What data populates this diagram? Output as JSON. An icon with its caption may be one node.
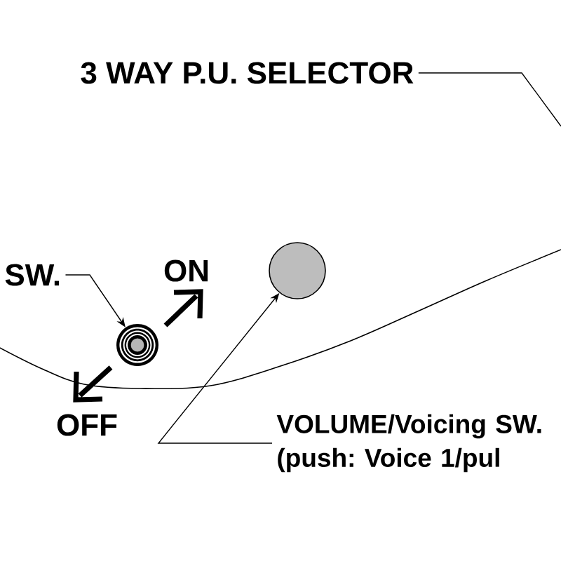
{
  "diagram": {
    "nodes": [
      {
        "text": [
          "3 WAY P.U. SELECTOR"
        ]
      },
      {
        "text": [
          "SW."
        ]
      },
      {
        "text": [],
        "shape": "circle"
      },
      {
        "text": [],
        "shape": "circle"
      },
      {
        "text": [
          "VOLUME/Voicing SW. (push: Voice 1/pul"
        ]
      }
    ],
    "edges": [
      {
        "from": 0,
        "to": null,
        "arrow": "none"
      },
      {
        "from": 1,
        "to": 2,
        "arrow": "to"
      },
      {
        "from": 4,
        "to": 3,
        "arrow": "to"
      }
    ],
    "labels": [
      "ON",
      "OFF"
    ]
  }
}
